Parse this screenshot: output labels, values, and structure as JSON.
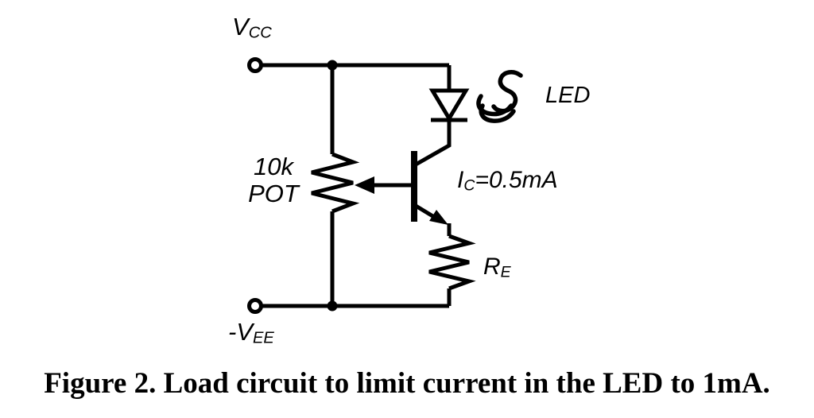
{
  "colors": {
    "ink": "#000000",
    "background": "#ffffff"
  },
  "labels": {
    "vcc": {
      "base": "V",
      "sub": "CC"
    },
    "pot": {
      "value": "10k",
      "name": "POT"
    },
    "ic": {
      "base": "I",
      "sub": "C",
      "rest": "=0.5mA"
    },
    "led": "LED",
    "re": {
      "base": "R",
      "sub": "E"
    },
    "vee": {
      "base": "-V",
      "sub": "EE"
    }
  },
  "caption": "Figure 2. Load circuit to limit current in the LED to 1mA."
}
